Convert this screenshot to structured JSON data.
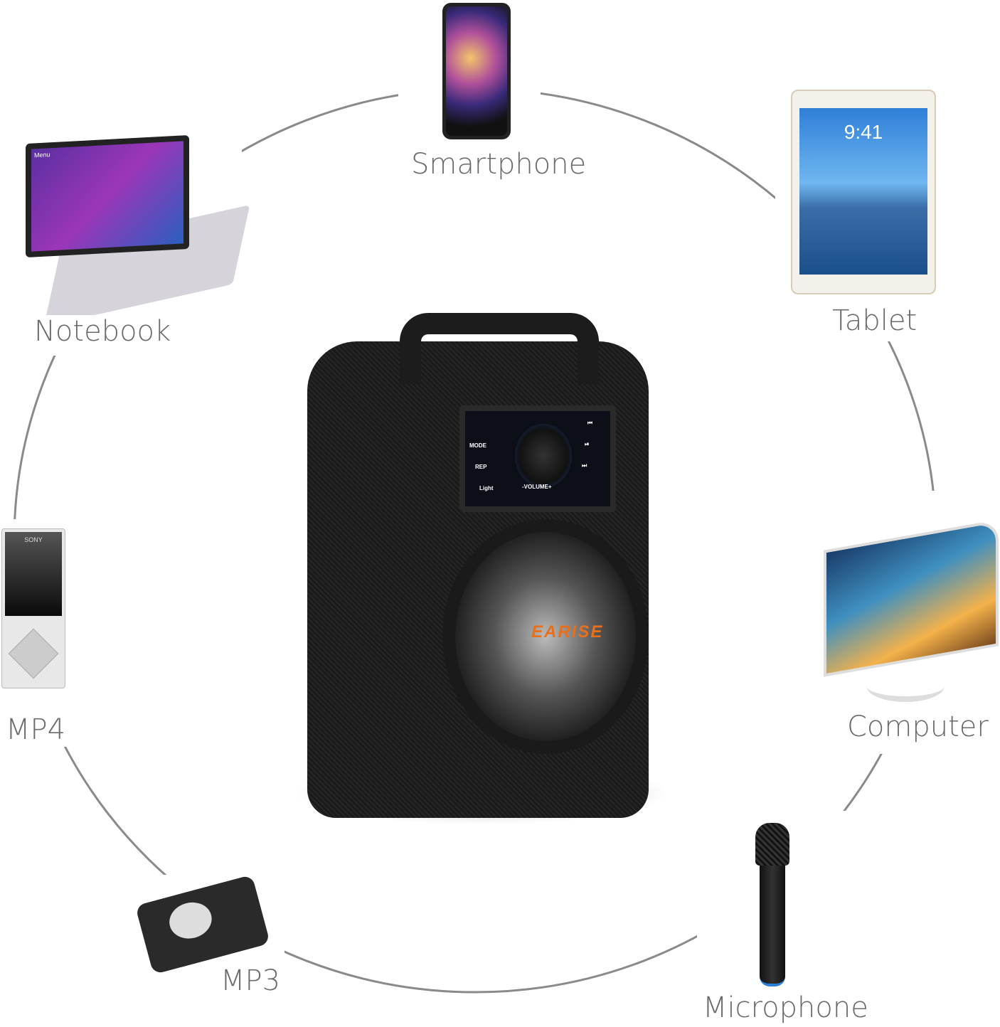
{
  "devices": {
    "smartphone": "Smartphone",
    "tablet": "Tablet",
    "notebook": "Notebook",
    "mp4": "MP4",
    "computer": "Computer",
    "mp3": "MP3",
    "microphone": "Microphone"
  },
  "tablet_screen": {
    "time": "9:41"
  },
  "notebook_screen": {
    "title": "Menu"
  },
  "mp4_screen": {
    "brand": "SONY"
  },
  "speaker": {
    "brand": "EARISE",
    "panel": {
      "mode": "MODE",
      "rep": "REP",
      "light": "Light",
      "volume": "-VOLUME+",
      "prev": "⏮",
      "play": "⏯",
      "next": "⏭"
    }
  },
  "colors": {
    "ring": "#8a8a8a",
    "label": "#6b6b6b",
    "brand": "#e8701a",
    "led": "#3a6cff"
  }
}
